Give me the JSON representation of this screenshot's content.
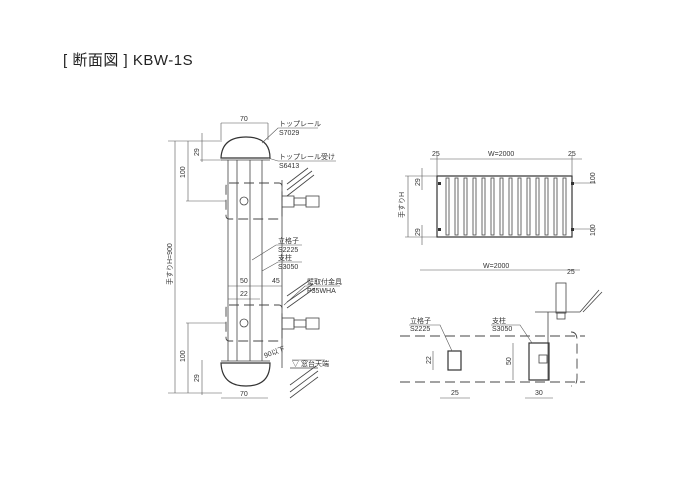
{
  "title": "[ 断面図 ] KBW-1S",
  "section": {
    "width_top": "70",
    "width_bottom": "70",
    "top_rail_label": "トップレール",
    "top_rail_code": "S7029",
    "rail_receiver_label": "トップレール受け",
    "rail_receiver_code": "S6413",
    "baluster_label": "立格子",
    "baluster_code": "S2225",
    "post_label": "支柱",
    "post_code": "S3050",
    "bracket_label": "壁取付金具",
    "bracket_code": "P35WHA",
    "dim_50": "50",
    "dim_45": "45",
    "dim_22": "22",
    "dim_100_top": "100",
    "dim_100_bottom": "100",
    "dim_29_top": "29",
    "dim_29_bottom": "29",
    "height": "手すりH=900",
    "clearance": "90以下",
    "sill": "▽ 窓台天端"
  },
  "elevation": {
    "width": "W=2000",
    "left_25": "25",
    "right_25": "25",
    "height": "手すりH",
    "dim_29_top": "29",
    "dim_29_bottom": "29",
    "dim_100_top": "100",
    "dim_100_bottom": "100"
  },
  "plan": {
    "width": "W=2000",
    "dim_25_top": "25",
    "baluster_label": "立格子",
    "baluster_code": "S2225",
    "post_label": "支柱",
    "post_code": "S3050",
    "dim_22": "22",
    "dim_50": "50",
    "dim_25": "25",
    "dim_30": "30"
  }
}
